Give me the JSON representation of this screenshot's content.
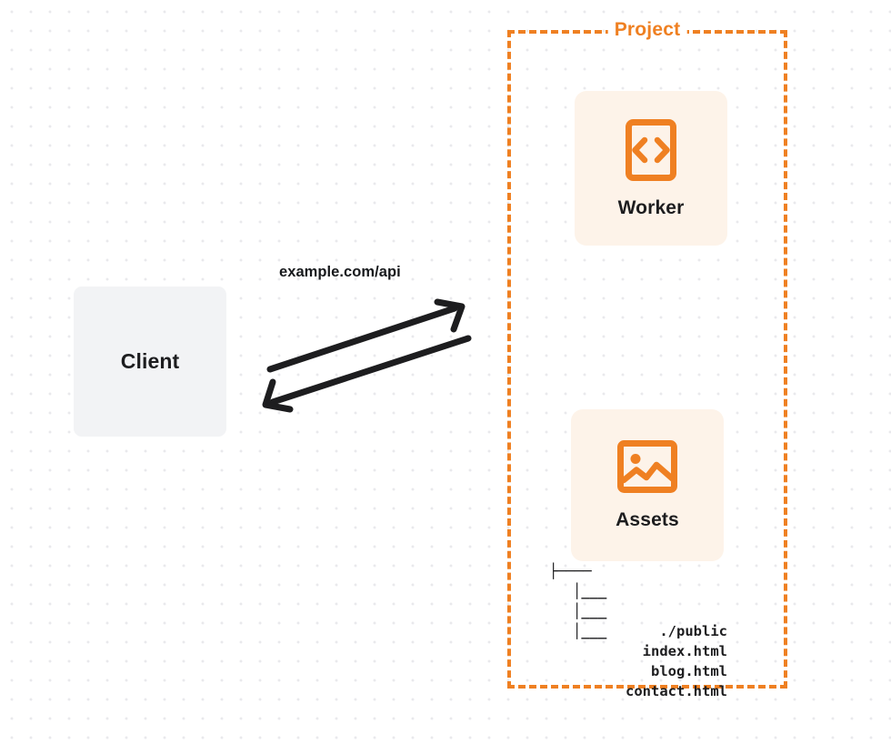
{
  "diagram": {
    "title": "Project architecture diagram",
    "background": {
      "color": "#ffffff",
      "dot_color": "#e9e9ec",
      "dot_spacing": "21px"
    },
    "colors": {
      "orange": "#ef8022",
      "card_bg": "#fdf3e9",
      "client_bg": "#f2f3f5",
      "text": "#1d1d1f",
      "arrow": "#1d1d1f"
    }
  },
  "client": {
    "label": "Client",
    "icon": "none"
  },
  "connection": {
    "label": "example.com/api",
    "request_arrow": "arrow-right-up-icon",
    "response_arrow": "arrow-left-down-icon"
  },
  "project": {
    "label": "Project",
    "border_style": "dashed",
    "border_color": "#ef8022",
    "resources": [
      {
        "label": "Worker",
        "icon": "code-brackets-icon"
      },
      {
        "label": "Assets",
        "icon": "image-icon"
      }
    ]
  },
  "file_tree": {
    "rows": [
      {
        "branch": "├────",
        "label": "./public"
      },
      {
        "branch": "│___",
        "label": "index.html"
      },
      {
        "branch": "│___",
        "label": "blog.html"
      },
      {
        "branch": "│___",
        "label": "contact.html"
      }
    ]
  }
}
